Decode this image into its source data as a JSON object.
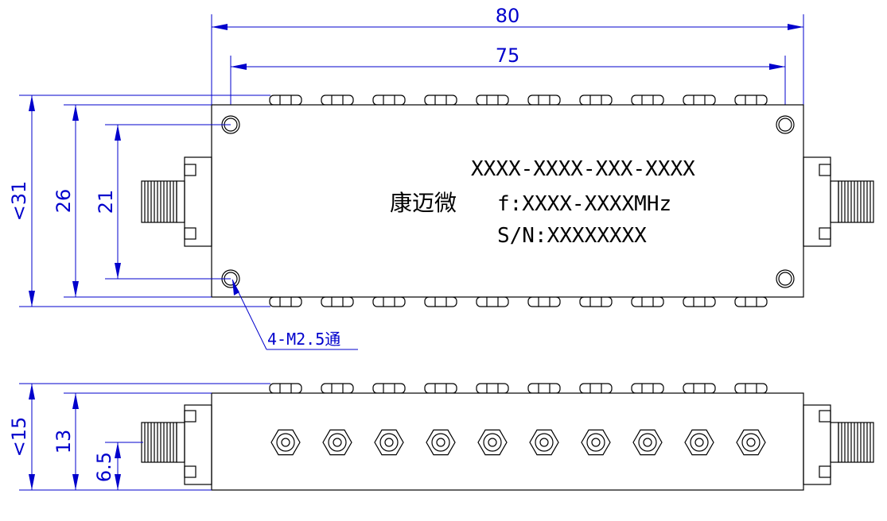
{
  "top_view": {
    "dim_width_outer": "80",
    "dim_width_holes": "75",
    "dim_height_outer": "<31",
    "dim_height_body": "26",
    "dim_height_holes": "21",
    "hole_callout": "4-M2.5通",
    "label_part_number": "XXXX-XXXX-XXX-XXXX",
    "label_brand": "康迈微",
    "label_frequency": "f:XXXX-XXXXMHz",
    "label_serial": "S/N:XXXXXXXX"
  },
  "side_view": {
    "dim_height_outer": "<15",
    "dim_height_body": "13",
    "dim_height_connector": "6.5"
  },
  "tuning_screw_count": 10
}
